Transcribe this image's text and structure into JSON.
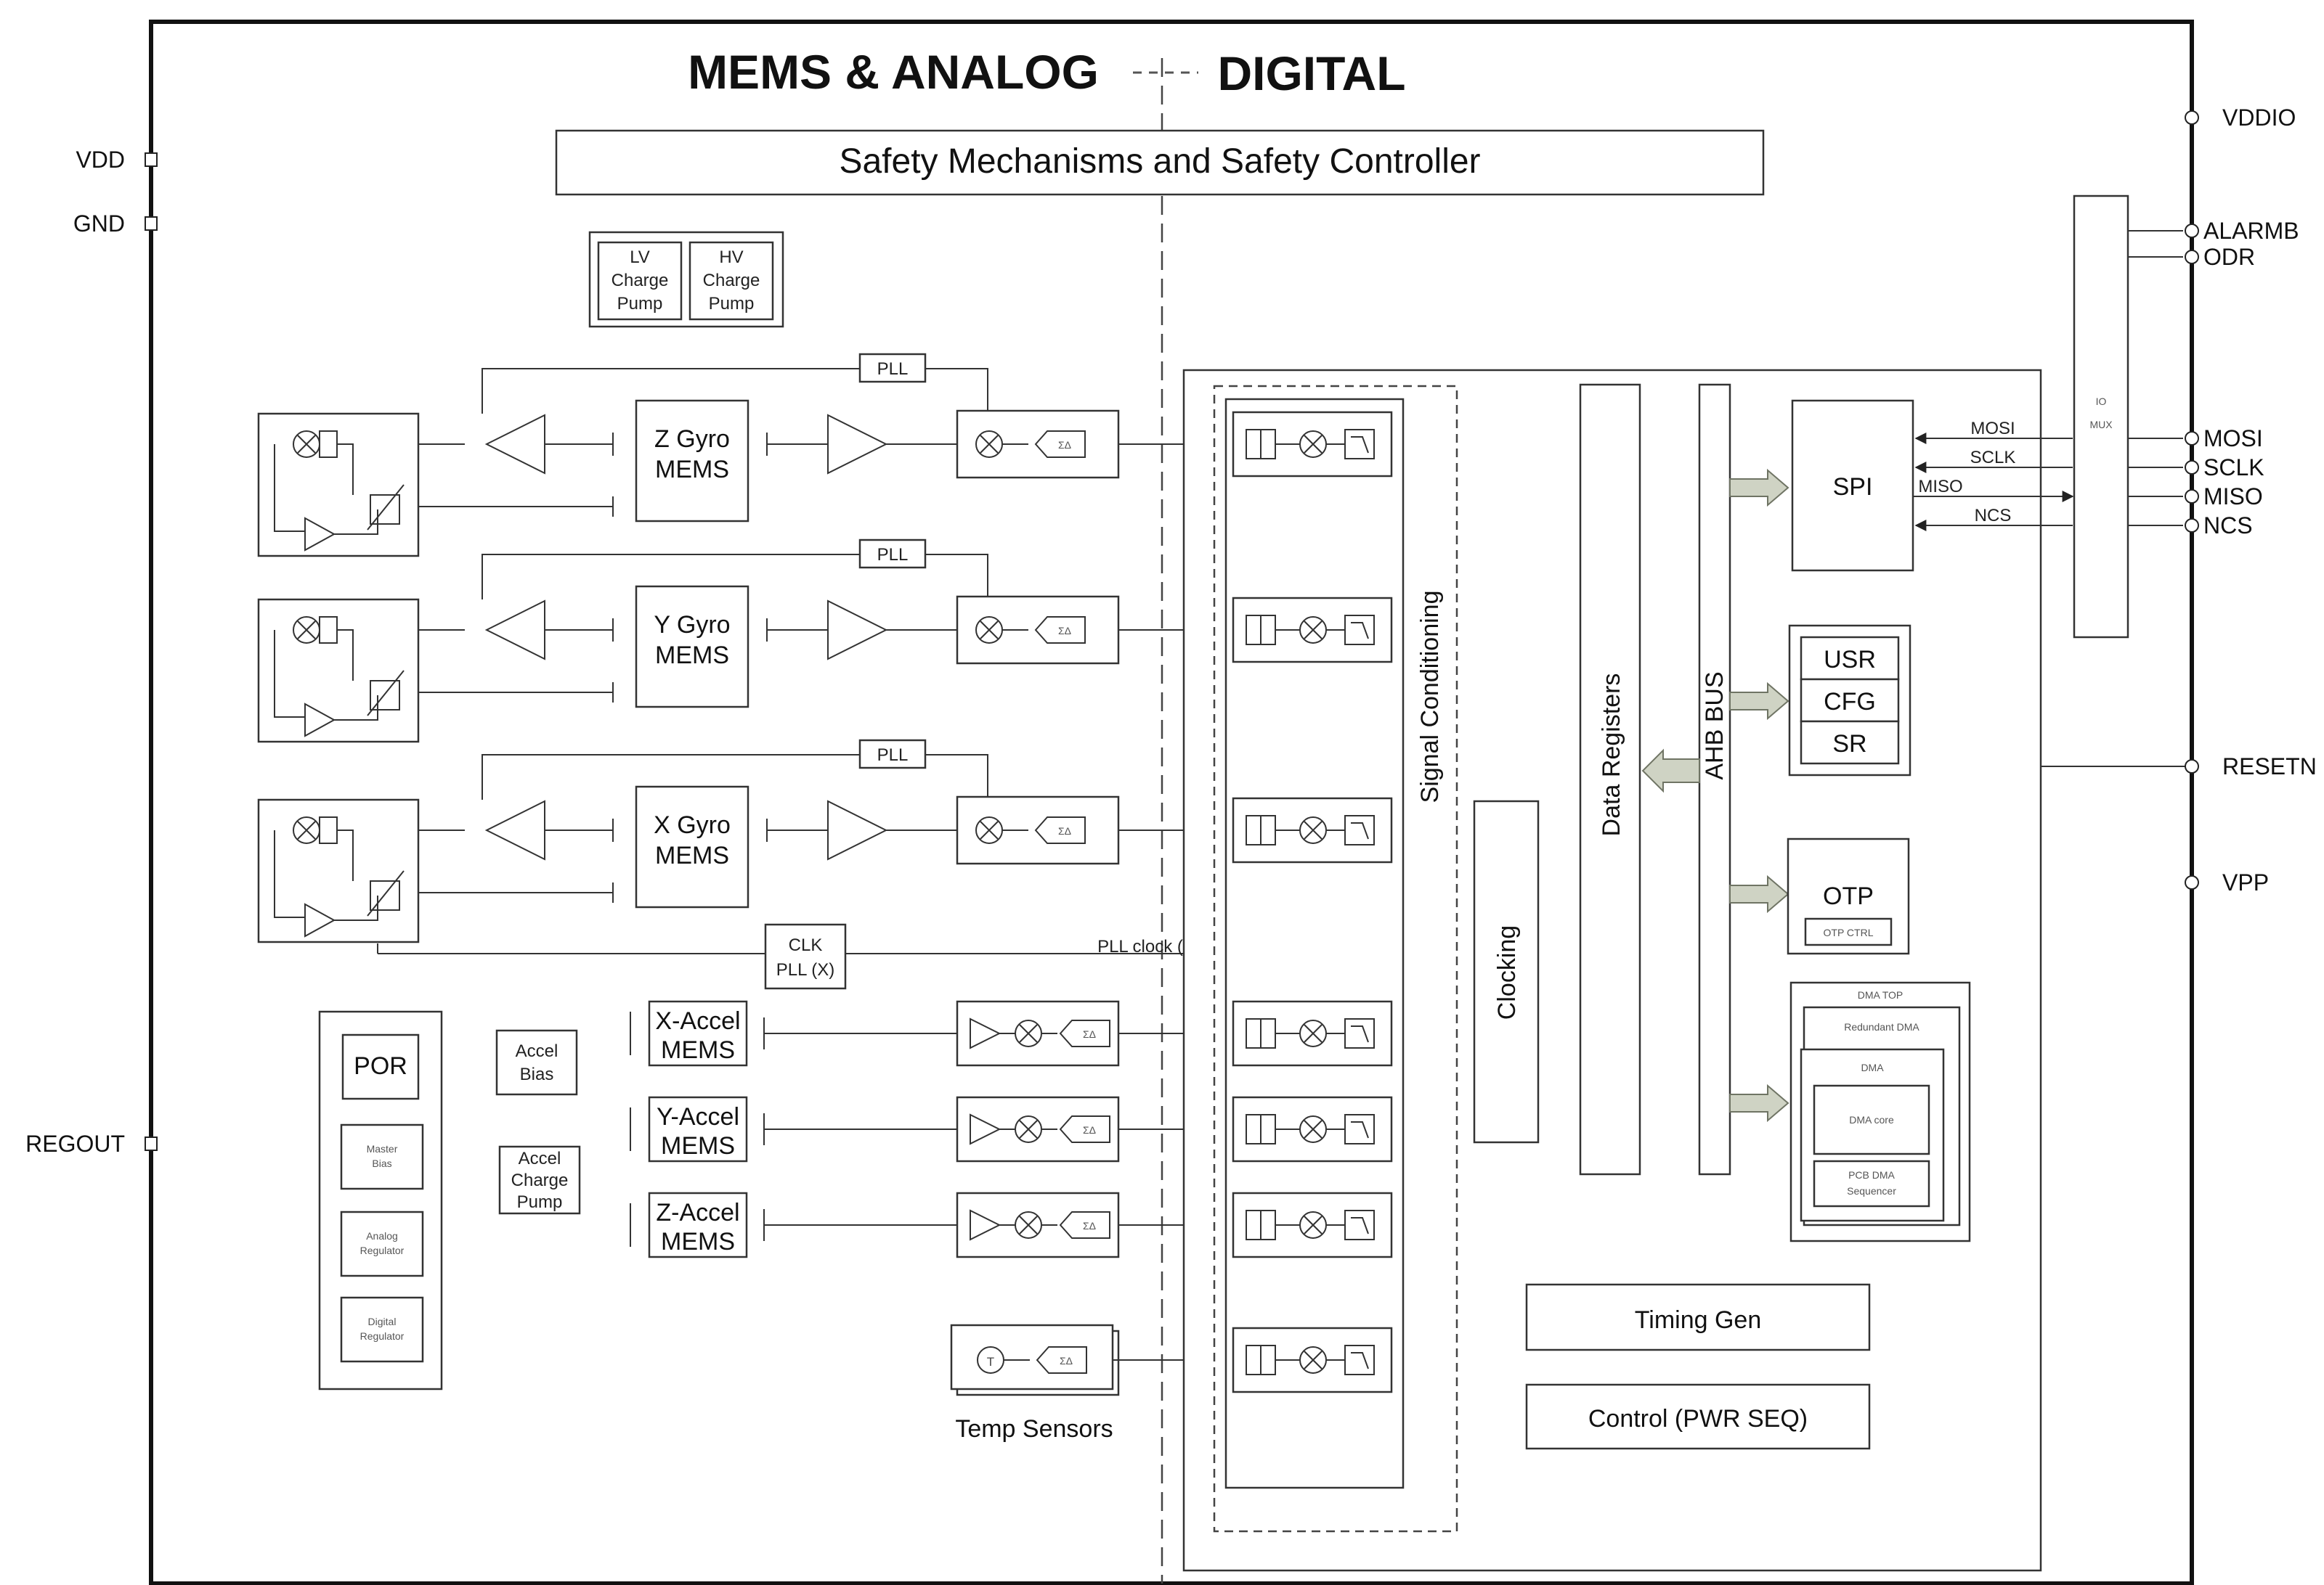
{
  "header": {
    "left_title": "MEMS & ANALOG",
    "right_title": "DIGITAL"
  },
  "safety_bar": "Safety Mechanisms and Safety Controller",
  "charge_pumps": {
    "lv": [
      "LV",
      "Charge",
      "Pump"
    ],
    "hv": [
      "HV",
      "Charge",
      "Pump"
    ]
  },
  "gyro_channels": [
    {
      "mems": [
        "Z Gyro",
        "MEMS"
      ],
      "pll": "PLL"
    },
    {
      "mems": [
        "Y Gyro",
        "MEMS"
      ],
      "pll": "PLL"
    },
    {
      "mems": [
        "X Gyro",
        "MEMS"
      ],
      "pll": "PLL"
    }
  ],
  "clk_pll": [
    "CLK",
    "PLL (X)"
  ],
  "pll_clock_label": "PLL clock (X-Gyro)",
  "accel_channels": [
    {
      "mems": [
        "X-Accel",
        "MEMS"
      ]
    },
    {
      "mems": [
        "Y-Accel",
        "MEMS"
      ]
    },
    {
      "mems": [
        "Z-Accel",
        "MEMS"
      ]
    }
  ],
  "temp_sensors_label": "Temp Sensors",
  "power_column": {
    "por": "POR",
    "master_bias": [
      "Master",
      "Bias"
    ],
    "analog_regulator": [
      "Analog",
      "Regulator"
    ],
    "digital_regulator": [
      "Digital",
      "Regulator"
    ]
  },
  "accel_bias": [
    "Accel",
    "Bias"
  ],
  "accel_charge_pump": [
    "Accel",
    "Charge",
    "Pump"
  ],
  "signal_conditioning": "Signal Conditioning",
  "clocking": "Clocking",
  "data_registers": "Data Registers",
  "ahb_bus": "AHB BUS",
  "spi": {
    "label": "SPI",
    "signals": [
      "MOSI",
      "SCLK",
      "MISO",
      "NCS"
    ]
  },
  "registers": [
    "USR",
    "CFG",
    "SR"
  ],
  "otp": {
    "label": "OTP",
    "sub": "OTP CTRL"
  },
  "dma_block": {
    "outer": "DMA TOP",
    "redundant": "Redundant DMA",
    "dma": "DMA",
    "core": "DMA core",
    "sequencer": [
      "PCB DMA",
      "Sequencer"
    ]
  },
  "io_mux": [
    "IO",
    "MUX"
  ],
  "timing_gen": "Timing Gen",
  "control": "Control (PWR SEQ)",
  "pins_left": [
    "VDD",
    "GND",
    "REGOUT"
  ],
  "pins_right": [
    "VDDIO",
    "ALARMB",
    "ODR",
    "MOSI",
    "SCLK",
    "MISO",
    "NCS",
    "RESETN",
    "VPP"
  ]
}
